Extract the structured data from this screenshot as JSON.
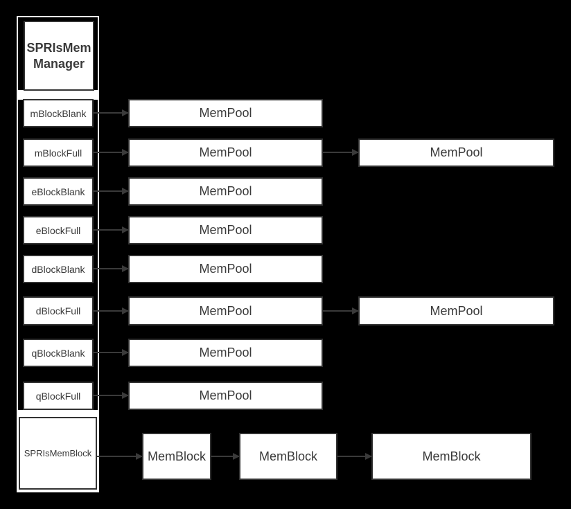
{
  "diagram": {
    "manager": {
      "title": "SPRIsMem Manager"
    },
    "fields": [
      {
        "name": "mBlockBlank",
        "pools": [
          "MemPool"
        ]
      },
      {
        "name": "mBlockFull",
        "pools": [
          "MemPool",
          "MemPool"
        ]
      },
      {
        "name": "eBlockBlank",
        "pools": [
          "MemPool"
        ]
      },
      {
        "name": "eBlockFull",
        "pools": [
          "MemPool"
        ]
      },
      {
        "name": "dBlockBlank",
        "pools": [
          "MemPool"
        ]
      },
      {
        "name": "dBlockFull",
        "pools": [
          "MemPool",
          "MemPool"
        ]
      },
      {
        "name": "qBlockBlank",
        "pools": [
          "MemPool"
        ]
      },
      {
        "name": "qBlockFull",
        "pools": [
          "MemPool"
        ]
      }
    ],
    "block_chain": {
      "name": "SPRIsMemBlock",
      "blocks": [
        "MemBlock",
        "MemBlock",
        "MemBlock"
      ]
    },
    "colors": {
      "background": "#000000",
      "node_fill": "#ffffff",
      "node_border": "#333333",
      "text": "#3a3a3a",
      "container_border": "#ffffff",
      "arrow": "#3a3a3a"
    }
  }
}
